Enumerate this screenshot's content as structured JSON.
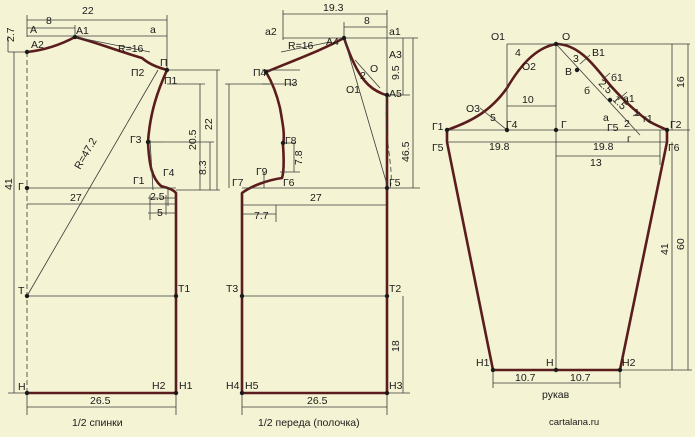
{
  "captions": {
    "back": "1/2 спинки",
    "front": "1/2 переда (полочка)",
    "sleeve": "рукав",
    "source": "cartalana.ru"
  },
  "points": {
    "A": "А",
    "A1": "А1",
    "A2": "А2",
    "a": "а",
    "P": "П",
    "P1": "П1",
    "P2": "П2",
    "G3": "Г3",
    "G1_back": "Г1",
    "G4_back": "Г4",
    "G": "Г",
    "T": "Т",
    "T1": "Т1",
    "N": "Н",
    "N2": "Н2",
    "N1": "Н1",
    "a2": "а2",
    "a1": "а1",
    "A4": "А4",
    "A3": "А3",
    "A5": "А5",
    "O": "О",
    "O1": "О1",
    "P4": "П4",
    "P3": "П3",
    "G8": "Г8",
    "G9": "Г9",
    "G6": "Г6",
    "G7": "Г7",
    "G5": "Г5",
    "T3": "Т3",
    "T2": "Т2",
    "N4": "Н4",
    "N5": "Н5",
    "N3": "Н3",
    "sO1": "О1",
    "sO": "О",
    "sV1": "В1",
    "sO2": "О2",
    "sV": "В",
    "b1": "б1",
    "b": "б",
    "sa1": "а1",
    "sa": "а",
    "sG1r": "г1",
    "sG5r": "Г5",
    "sg": "г",
    "sO3": "О3",
    "sG4": "Г4",
    "sG": "Г",
    "sG2": "Г2",
    "sG1": "Г1",
    "sG5": "Г5",
    "sG6": "Г6",
    "sN1": "Н1",
    "sN": "Н",
    "sN2": "Н2"
  },
  "dims": {
    "back_width_top": "22",
    "back_a": "8",
    "back_radius": "R=16",
    "back_big_radius": "R=47.2",
    "back_armhole_22": "22",
    "back_20_5": "20.5",
    "back_8_3": "8.3",
    "back_2_5": "2.5",
    "back_5": "5",
    "back_27": "27",
    "back_hem": "26.5",
    "left_2_7": "2.7",
    "left_41": "41",
    "front_width_top": "19.3",
    "front_a1": "8",
    "front_radius": "R=16",
    "front_9_5": "9.5",
    "front_46_5": "46.5",
    "front_7_8": "7.8",
    "front_7_7": "7.7",
    "front_27": "27",
    "front_hem": "26.5",
    "front_18": "18",
    "front_2": "2",
    "sl_4": "4",
    "sl_10": "10",
    "sl_5": "5",
    "sl_3": "3",
    "sl_2_5": "2.5",
    "sl_1_5": "1.5",
    "sl_1": "1",
    "sl_2": "2",
    "sl_19_8_left": "19.8",
    "sl_19_8_right": "19.8",
    "sl_13": "13",
    "sl_16": "16",
    "sl_41": "41",
    "sl_60": "60",
    "sl_10_7_left": "10.7",
    "sl_10_7_right": "10.7"
  }
}
